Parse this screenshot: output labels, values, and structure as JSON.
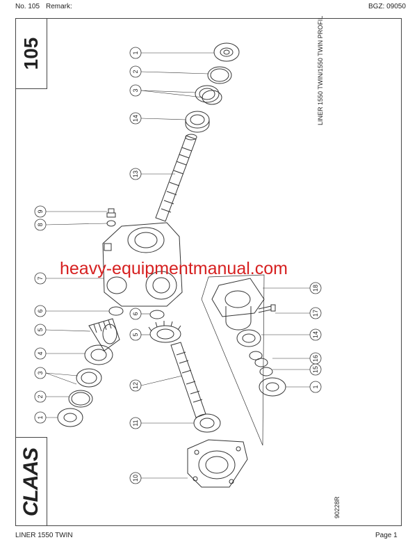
{
  "header": {
    "number": "No. 105",
    "remark": "Remark:",
    "bgz": "BGZ: 09050"
  },
  "page_number_box": "105",
  "side_title": "LINER 1550 TWIN/1550 TWIN PROFIL",
  "drawing_code": "90228R",
  "logo_text": "CLAAS",
  "footer": {
    "model": "LINER 1550 TWIN",
    "page": "Page 1"
  },
  "watermark": "heavy-equipmentmanual.com",
  "callouts": {
    "c1": "1",
    "c2": "2",
    "c3": "3",
    "c14": "14",
    "c13": "13",
    "c9": "9",
    "c8": "8",
    "c7": "7",
    "c6": "6",
    "c5": "5",
    "c4": "4",
    "c3b": "3",
    "c2b": "2",
    "c1b": "1",
    "c6b": "6",
    "c5b": "5",
    "c12": "12",
    "c11": "11",
    "c10": "10",
    "c18": "18",
    "c17": "17",
    "c14b": "14",
    "c16": "16",
    "c15": "15",
    "c1c": "1"
  }
}
